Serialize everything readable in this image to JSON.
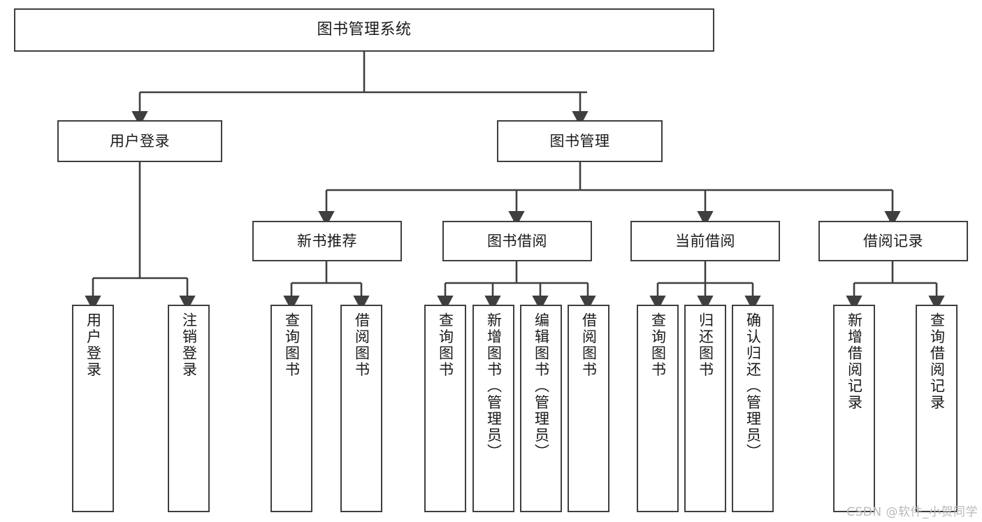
{
  "diagram": {
    "title": "图书管理系统",
    "type": "hierarchy-tree",
    "background_color": "#ffffff",
    "border_color": "#3f3f3f",
    "text_color": "#1a1a1a",
    "levels": {
      "root": {
        "label": "图书管理系统"
      },
      "level1": [
        {
          "label": "用户登录"
        },
        {
          "label": "图书管理"
        }
      ],
      "level2": [
        {
          "label": "新书推荐"
        },
        {
          "label": "图书借阅"
        },
        {
          "label": "当前借阅"
        },
        {
          "label": "借阅记录"
        }
      ],
      "leaves": [
        {
          "label": "用户登录",
          "parent": "用户登录"
        },
        {
          "label": "注销登录",
          "parent": "用户登录"
        },
        {
          "label": "查询图书",
          "parent": "新书推荐"
        },
        {
          "label": "借阅图书",
          "parent": "新书推荐"
        },
        {
          "label": "查询图书",
          "parent": "图书借阅"
        },
        {
          "label": "新增图书（管理员）",
          "parent": "图书借阅"
        },
        {
          "label": "编辑图书（管理员）",
          "parent": "图书借阅"
        },
        {
          "label": "借阅图书",
          "parent": "图书借阅"
        },
        {
          "label": "查询图书",
          "parent": "当前借阅"
        },
        {
          "label": "归还图书",
          "parent": "当前借阅"
        },
        {
          "label": "确认归还（管理员）",
          "parent": "当前借阅"
        },
        {
          "label": "新增借阅记录",
          "parent": "借阅记录"
        },
        {
          "label": "查询借阅记录",
          "parent": "借阅记录"
        }
      ]
    }
  },
  "watermark": {
    "text": "CSDN @软件_小贺同学"
  }
}
